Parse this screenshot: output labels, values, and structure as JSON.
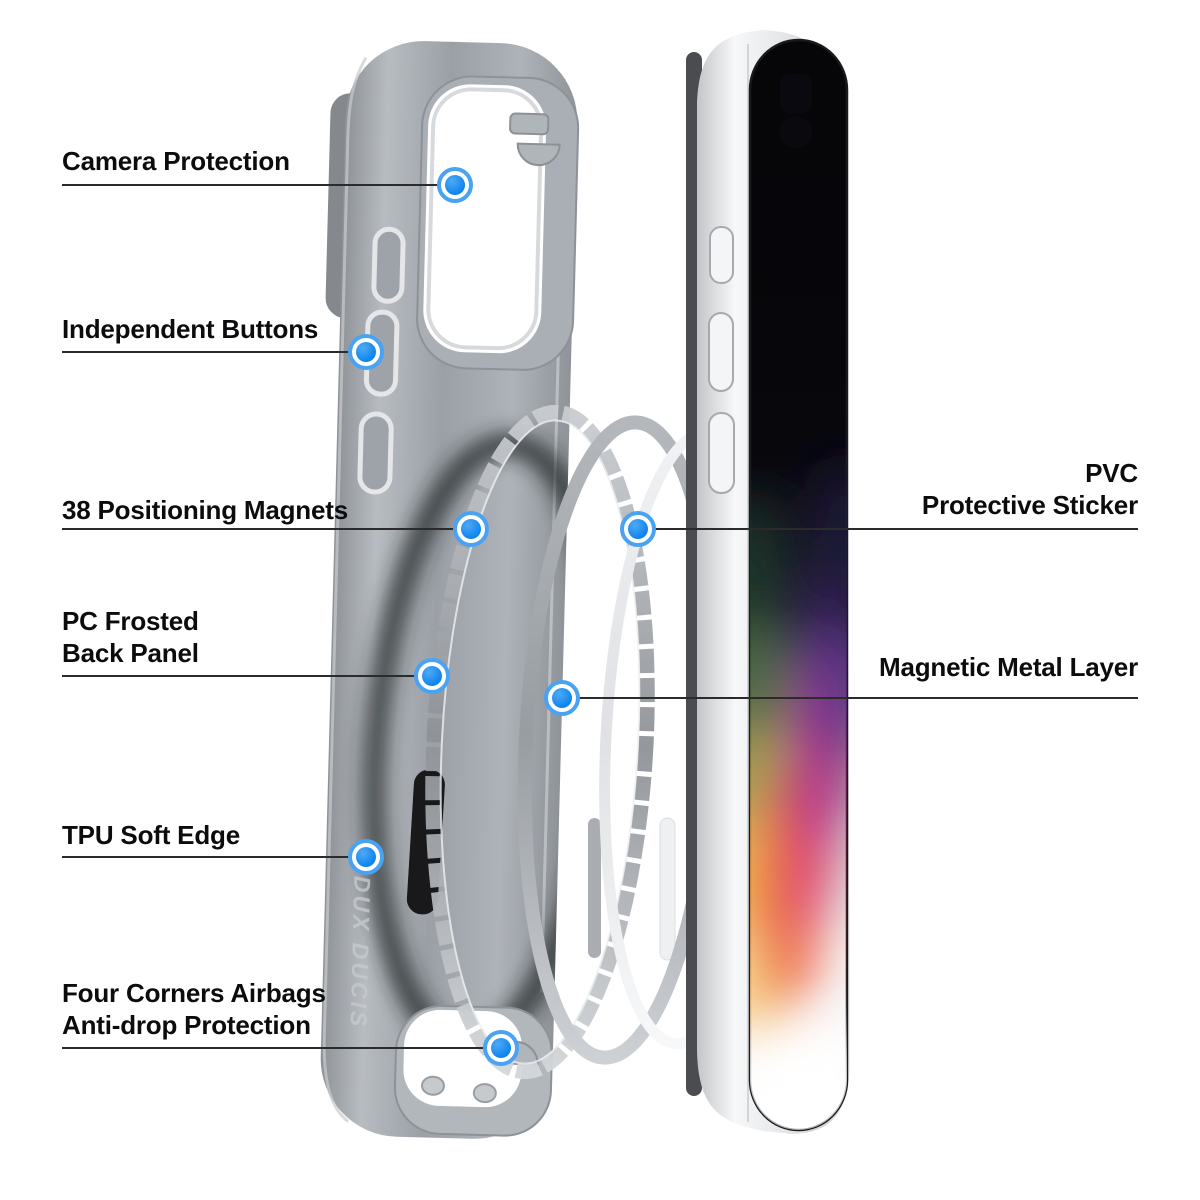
{
  "product_annotation": {
    "left_callouts": [
      {
        "text": "Camera Protection"
      },
      {
        "text": "Independent Buttons"
      },
      {
        "text": "38 Positioning Magnets"
      },
      {
        "text": "PC Frosted\nBack Panel"
      },
      {
        "text": "TPU Soft Edge"
      },
      {
        "text": "Four Corners Airbags\nAnti-drop Protection"
      }
    ],
    "right_callouts": [
      {
        "text": "PVC\nProtective Sticker"
      },
      {
        "text": "Magnetic Metal Layer"
      }
    ],
    "case_brand_text": "DUX DUCIS",
    "colors": {
      "dot_blue": "#0e85ee",
      "dot_ring": "#4aa3f2",
      "callout_line": "#2b2b2b",
      "label_text": "#0c0c0e",
      "case_gray": "#a7acb2",
      "background": "#ffffff"
    }
  }
}
